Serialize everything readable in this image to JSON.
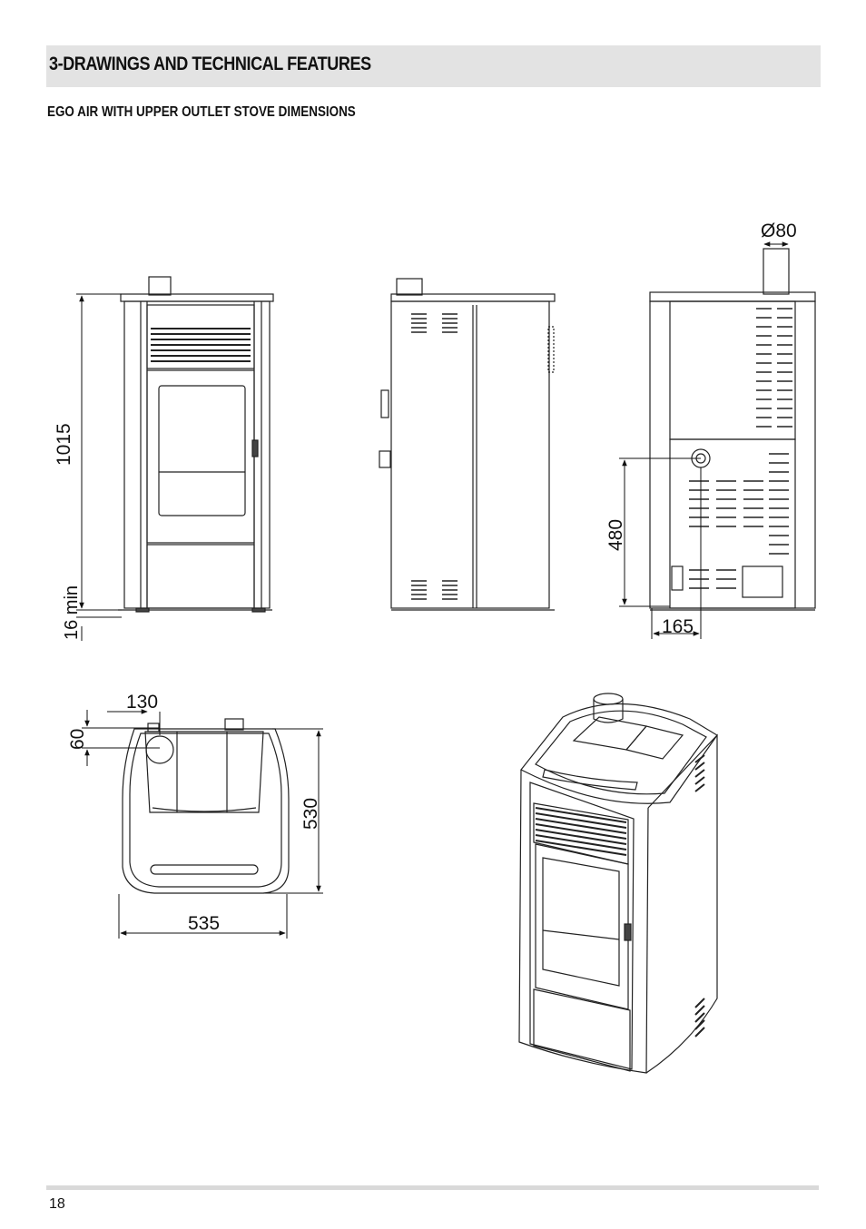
{
  "header": {
    "section_title": "3-DRAWINGS AND TECHNICAL FEATURES",
    "subtitle": "EGO AIR WITH UPPER OUTLET STOVE DIMENSIONS"
  },
  "dimensions": {
    "height": "1015",
    "feet_clearance": "16 min",
    "flue_diameter": "Ø80",
    "outlet_height": "480",
    "outlet_offset": "165",
    "top_outlet_side": "130",
    "top_outlet_depth": "60",
    "depth": "530",
    "width": "535"
  },
  "footer": {
    "page_number": "18"
  }
}
